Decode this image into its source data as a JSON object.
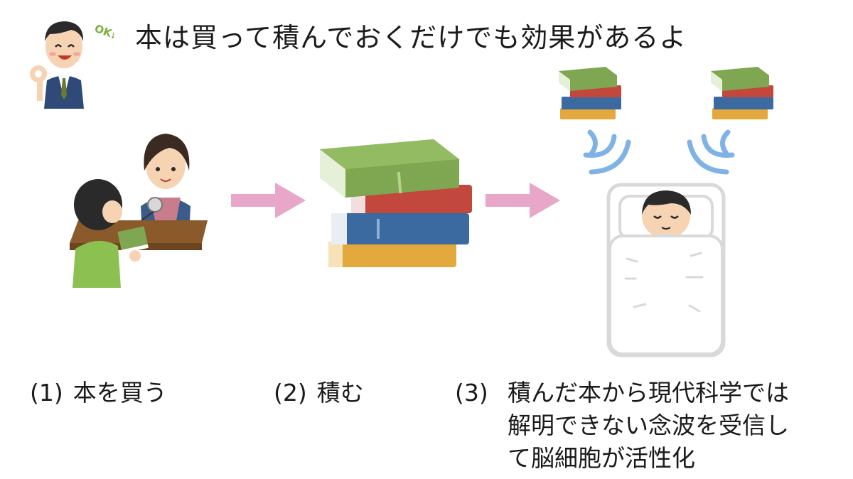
{
  "header": {
    "badge_text": "OK!",
    "text": "本は買って積んでおくだけでも効果があるよ"
  },
  "steps": [
    {
      "number": "(1)",
      "lines": [
        "本を買う"
      ]
    },
    {
      "number": "(2)",
      "lines": [
        "積む"
      ]
    },
    {
      "number": "(3)",
      "lines": [
        "積んだ本から現代科学では",
        "解明できない念波を受信し",
        "て脳細胞が活性化"
      ]
    }
  ],
  "colors": {
    "arrow": "#e8a6c8",
    "wave": "#7fb2e5",
    "book_green": "#7fa650",
    "book_red": "#c2473d",
    "book_blue": "#3b6aa0",
    "book_yellow": "#e3a93c",
    "counter": "#8a5a2b",
    "shirt_green": "#8cc152"
  },
  "icons": [
    "ok-man-icon",
    "bookstore-counter-icon",
    "book-stack-icon",
    "sleeping-person-icon"
  ]
}
